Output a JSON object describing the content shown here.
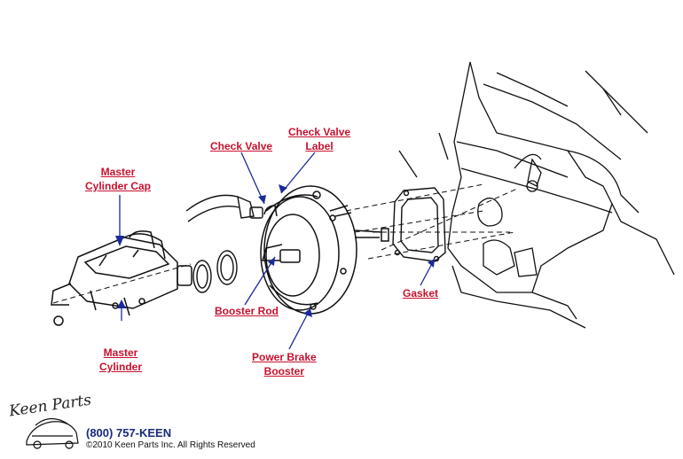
{
  "labels": {
    "check_valve": "Check Valve",
    "check_valve_label_line1": "Check Valve",
    "check_valve_label_line2": "Label",
    "master_cylinder_cap_line1": "Master",
    "master_cylinder_cap_line2": "Cylinder Cap",
    "booster_rod": "Booster Rod",
    "master_cylinder_line1": "Master",
    "master_cylinder_line2": "Cylinder",
    "power_brake_booster_line1": "Power Brake",
    "power_brake_booster_line2": "Booster",
    "gasket": "Gasket"
  },
  "footer": {
    "logo_text": "Keen Parts",
    "phone": "(800) 757-KEEN",
    "copyright": "©2010 Keen Parts Inc. All Rights Reserved"
  },
  "colors": {
    "callout": "#c8102e",
    "leader": "#1a2a9a",
    "phone": "#1a2a7a",
    "ink": "#111111"
  }
}
